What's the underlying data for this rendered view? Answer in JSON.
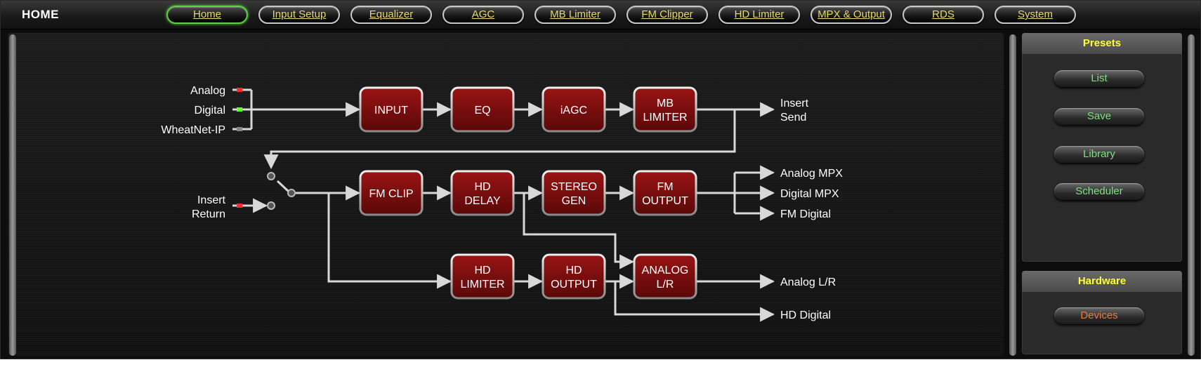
{
  "topbar": {
    "title": "HOME",
    "tabs": [
      {
        "label": "Home",
        "active": true
      },
      {
        "label": "Input Setup"
      },
      {
        "label": "Equalizer"
      },
      {
        "label": "AGC"
      },
      {
        "label": "MB Limiter"
      },
      {
        "label": "FM Clipper"
      },
      {
        "label": "HD Limiter"
      },
      {
        "label": "MPX & Output"
      },
      {
        "label": "RDS"
      },
      {
        "label": "System"
      }
    ]
  },
  "diagram": {
    "inputs": {
      "analog": "Analog",
      "digital": "Digital",
      "wheatnet": "WheatNet-IP",
      "insert_return_1": "Insert",
      "insert_return_2": "Return"
    },
    "blocks": {
      "input": "INPUT",
      "eq": "EQ",
      "iagc": "iAGC",
      "mb_limiter_1": "MB",
      "mb_limiter_2": "LIMITER",
      "fm_clip": "FM CLIP",
      "hd_delay_1": "HD",
      "hd_delay_2": "DELAY",
      "stereo_gen_1": "STEREO",
      "stereo_gen_2": "GEN",
      "fm_output_1": "FM",
      "fm_output_2": "OUTPUT",
      "hd_limiter_1": "HD",
      "hd_limiter_2": "LIMITER",
      "hd_output_1": "HD",
      "hd_output_2": "OUTPUT",
      "analog_lr_1": "ANALOG",
      "analog_lr_2": "L/R"
    },
    "outputs": {
      "insert_send_1": "Insert",
      "insert_send_2": "Send",
      "analog_mpx": "Analog MPX",
      "digital_mpx": "Digital MPX",
      "fm_digital": "FM Digital",
      "analog_lr": "Analog L/R",
      "hd_digital": "HD Digital"
    },
    "colors": {
      "block_fill": "#7a0d0d",
      "line": "#d8d8d8",
      "led_red": "#ff2a2a",
      "led_green": "#66ff33"
    }
  },
  "side": {
    "presets": {
      "header": "Presets",
      "list": "List",
      "save": "Save",
      "library": "Library",
      "scheduler": "Scheduler"
    },
    "hardware": {
      "header": "Hardware",
      "devices": "Devices"
    }
  }
}
